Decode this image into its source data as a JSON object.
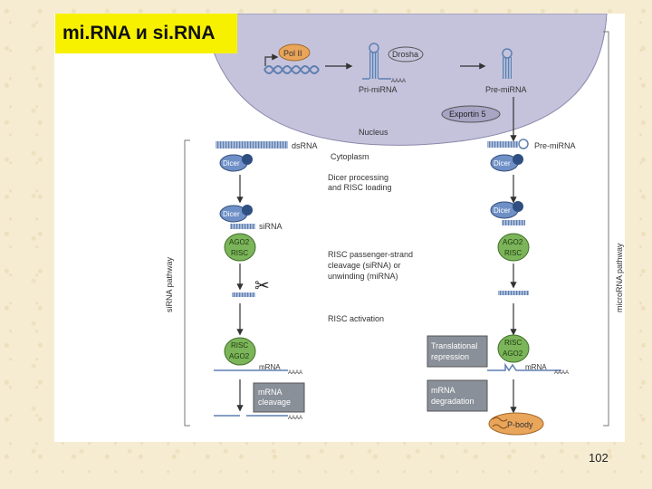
{
  "title": "mi.RNA и si.RNA",
  "page_number": "102",
  "colors": {
    "nucleus": "#c5c3dc",
    "enzyme": "#6f90c7",
    "ago": "#7cb45a",
    "pbody": "#e9a55a",
    "rna": "#5f7fb0",
    "box": "#8a9099",
    "line": "#333333"
  },
  "icons": [
    "scissors-icon"
  ],
  "nucleus": {
    "label": "Nucleus",
    "pol2": "Pol II",
    "drosha": "Drosha",
    "pri_mirna": "Pri-miRNA",
    "pre_mirna": "Pre-miRNA",
    "polya": "AAAA",
    "exportin": "Exportin 5"
  },
  "cytoplasm": "Cytoplasm",
  "side_labels": {
    "left": "siRNA pathway",
    "right": "microRNA pathway"
  },
  "steps": {
    "dicer_processing": [
      "Dicer processing",
      "and RISC loading"
    ],
    "passenger": [
      "RISC passenger-strand",
      "cleavage (siRNA) or",
      "unwinding (miRNA)"
    ],
    "activation": "RISC activation"
  },
  "sirna_path": {
    "dsrna": "dsRNA",
    "dicer": "Dicer",
    "sirna": "siRNA",
    "ago2": "AGO2",
    "risc": "RISC",
    "mrna": "mRNA",
    "polya": "AAAA",
    "cleavage": [
      "mRNA",
      "cleavage"
    ]
  },
  "mirna_path": {
    "pre_mirna": "Pre-miRNA",
    "dicer": "Dicer",
    "ago2": "AGO2",
    "risc": "RISC",
    "mrna": "mRNA",
    "polya": "AAAA",
    "translational": [
      "Translational",
      "repression"
    ],
    "degradation": [
      "mRNA",
      "degradation"
    ],
    "pbody": "P-body"
  }
}
